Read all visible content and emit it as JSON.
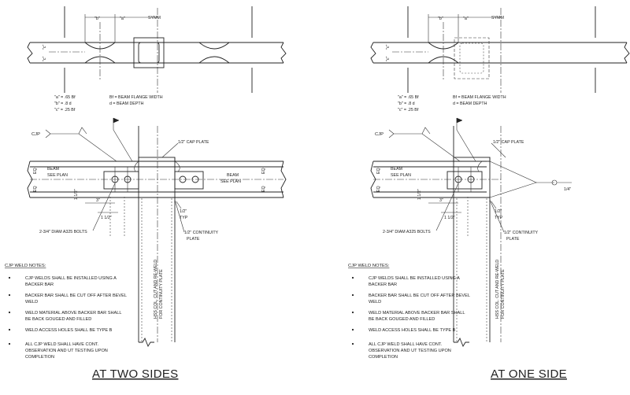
{
  "symm": "SYMM",
  "dim_b": "\"b\"",
  "dim_a": "\"a\"",
  "dim_c": "\"c\"",
  "legend": {
    "a": "\"a\" = .65 Bf",
    "b": "\"b\" = .8 d",
    "c": "\"c\" = .25 Bf",
    "bf": "Bf = BEAM FLANGE WIDTH",
    "d": "d = BEAM DEPTH"
  },
  "labels": {
    "cjp": "CJP",
    "cap_plate": "1/2\" CAP PLATE",
    "beam": "BEAM",
    "see_plan": "SEE PLAN",
    "eq": "EQ",
    "dim_3": "3\"",
    "dim_1_1_2": "1 1/2\"",
    "dim_1_2": "1/2\"",
    "typ": "TYP",
    "continuity_plate_l1": "1/2\" CONTINUITY",
    "continuity_plate_l2": "PLATE",
    "bolts": "2-3/4\" DIAM A325 BOLTS",
    "hss_l1": "HSS COL. CUT AND RE-WELD",
    "hss_l2": "FOR CONTINUITY PLATE",
    "weld_size": "1/4\""
  },
  "notes": {
    "heading": "CJP WELD NOTES:",
    "items": [
      [
        "CJP WELDS SHALL BE INSTALLED USING A",
        "BACKER BAR"
      ],
      [
        "BACKER BAR SHALL BE CUT OFF AFTER BEVEL",
        "WELD"
      ],
      [
        "WELD MATERIAL ABOVE BACKER BAR SHALL",
        "BE BACK GOUGED AND FILLED"
      ],
      [
        "WELD ACCESS HOLES SHALL BE TYPE B"
      ],
      [
        "ALL CJP WELD SHALL HAVE CONT.",
        "OBSERVATION AND UT TESTING UPON",
        "COMPLETION"
      ]
    ]
  },
  "titles": {
    "left": "AT TWO SIDES",
    "right": "AT ONE SIDE"
  }
}
